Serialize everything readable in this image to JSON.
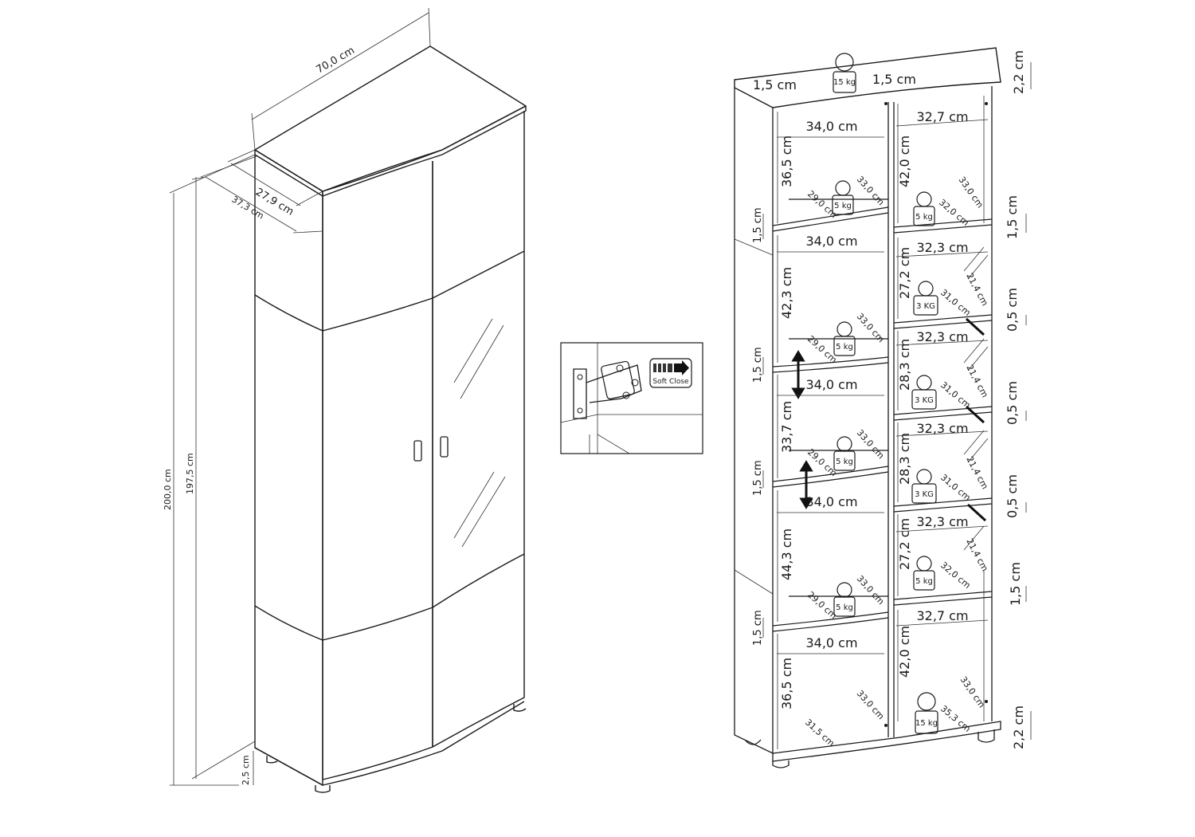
{
  "left_view": {
    "width": "70,0 cm",
    "depth_inner": "27,9 cm",
    "depth_outer": "37,3 cm",
    "height_total": "200,0 cm",
    "height_body": "197,5 cm",
    "foot_height": "2,5 cm"
  },
  "hinge_detail": {
    "label": "Soft Close"
  },
  "right_view": {
    "top_thickness_left": "1,5 cm",
    "top_thickness_right": "1,5 cm",
    "top_board": "2,2 cm",
    "bottom_board": "2,2 cm",
    "top_load": "15 kg",
    "bottom_load": "15 kg",
    "left_column": {
      "widths": [
        "34,0 cm",
        "34,0 cm",
        "34,0 cm",
        "34,0 cm",
        "34,0 cm"
      ],
      "heights": [
        "36,5 cm",
        "42,3 cm",
        "33,7 cm",
        "44,3 cm",
        "36,5 cm"
      ],
      "shelf_thickness": [
        "1,5 cm",
        "1,5 cm",
        "1,5 cm",
        "1,5 cm"
      ],
      "depth_back": [
        "33,0 cm",
        "33,0 cm",
        "33,0 cm",
        "33,0 cm",
        "33,0 cm"
      ],
      "depth_front": [
        "29,0 cm",
        "29,0 cm",
        "29,0 cm",
        "29,0 cm",
        "31,5 cm"
      ],
      "loads": [
        "5 kg",
        "5 kg",
        "5 kg",
        "5 kg"
      ]
    },
    "right_column": {
      "widths": [
        "32,7 cm",
        "32,3 cm",
        "32,3 cm",
        "32,3 cm",
        "32,3 cm",
        "32,7 cm"
      ],
      "heights": [
        "42,0 cm",
        "27,2 cm",
        "28,3 cm",
        "28,3 cm",
        "27,2 cm",
        "42,0 cm"
      ],
      "side_gaps": [
        "1,5 cm",
        "0,5 cm",
        "0,5 cm",
        "0,5 cm",
        "1,5 cm"
      ],
      "depth_back": [
        "33,0 cm",
        "33,0 cm"
      ],
      "glass_depth": [
        "21,4 cm",
        "21,4 cm",
        "21,4 cm",
        "21,4 cm"
      ],
      "shelf_depth": [
        "32,0 cm",
        "31,0 cm",
        "31,0 cm",
        "31,0 cm",
        "32,0 cm",
        "35,3 cm"
      ],
      "loads": [
        "5 kg",
        "3 KG",
        "3 KG",
        "3 KG",
        "5 kg"
      ]
    }
  }
}
